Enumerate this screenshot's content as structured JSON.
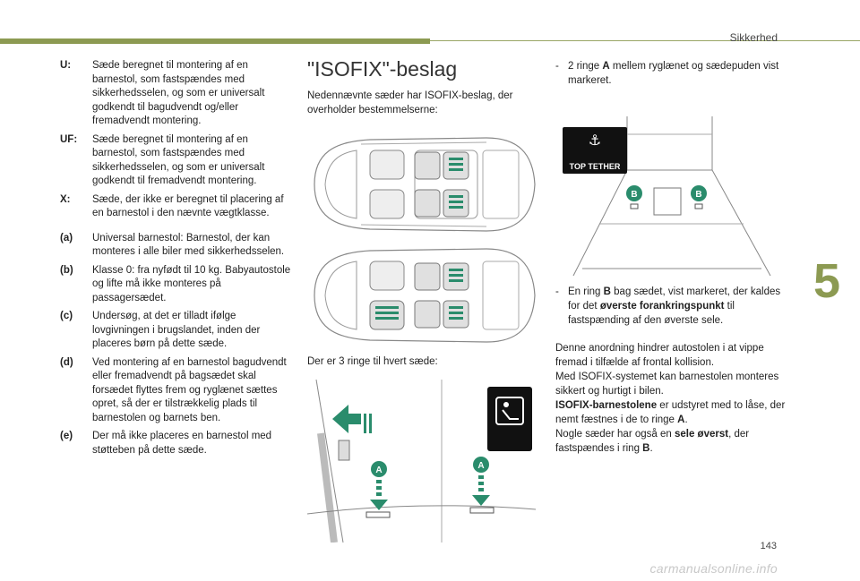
{
  "header": {
    "section": "Sikkerhed",
    "chapter_number": "5",
    "page_number": "143"
  },
  "watermark": "carmanualsonline.info",
  "definitions": [
    {
      "key": "U:",
      "text": "Sæde beregnet til montering af en barnestol, som fastspændes med sikkerhedsselen, og som er universalt godkendt til bagudvendt og/eller fremadvendt montering."
    },
    {
      "key": "UF:",
      "text": "Sæde beregnet til montering af en barnestol, som fastspændes med sikkerhedsselen, og som er universalt godkendt til fremadvendt montering."
    },
    {
      "key": "X:",
      "text": "Sæde, der ikke er beregnet til placering af en barnestol i den nævnte vægtklasse."
    }
  ],
  "notes": [
    {
      "key": "(a)",
      "text": "Universal barnestol: Barnestol, der kan monteres i alle biler med sikkerhedsselen."
    },
    {
      "key": "(b)",
      "text": "Klasse 0: fra nyfødt til 10 kg. Babyautostole og lifte må ikke monteres på passagersædet."
    },
    {
      "key": "(c)",
      "text": "Undersøg, at det er tilladt ifølge lovgivningen i brugslandet, inden der placeres børn på dette sæde."
    },
    {
      "key": "(d)",
      "text": "Ved montering af en barnestol bagudvendt eller fremadvendt på bagsædet skal forsædet flyttes frem og ryglænet sættes opret, så der er tilstrækkelig plads til barnestolen og barnets ben."
    },
    {
      "key": "(e)",
      "text": "Der må ikke placeres en barnestol med støtteben på dette sæde."
    }
  ],
  "isofix": {
    "title": "\"ISOFIX\"-beslag",
    "intro": "Nedennævnte sæder har ISOFIX-beslag, der overholder bestemmelserne:",
    "rings_caption": "Der er 3 ringe til hvert sæde:",
    "ring_a_label": "A",
    "ring_b_label": "B",
    "top_tether_label": "TOP TETHER"
  },
  "right": {
    "bullet1_pre": "2 ringe ",
    "bullet1_bold": "A",
    "bullet1_post": " mellem ryglænet og sædepuden vist markeret.",
    "bullet2_pre": "En ring ",
    "bullet2_bold1": "B",
    "bullet2_mid": " bag sædet, vist markeret, der kaldes for det ",
    "bullet2_bold2": "øverste forankringspunkt",
    "bullet2_post": " til fastspænding af den øverste sele.",
    "p1": "Denne anordning hindrer autostolen i at vippe fremad i tilfælde af frontal kollision.",
    "p2": "Med ISOFIX-systemet kan barnestolen monteres sikkert og hurtigt i bilen.",
    "p3_bold": "ISOFIX-barnestolene",
    "p3_mid": " er udstyret med to låse, der nemt fæstnes i de to ringe ",
    "p3_bold2": "A",
    "p3_end": ".",
    "p4_pre": "Nogle sæder har også en ",
    "p4_bold": "sele øverst",
    "p4_mid": ", der fastspændes i ring ",
    "p4_bold2": "B",
    "p4_end": "."
  }
}
